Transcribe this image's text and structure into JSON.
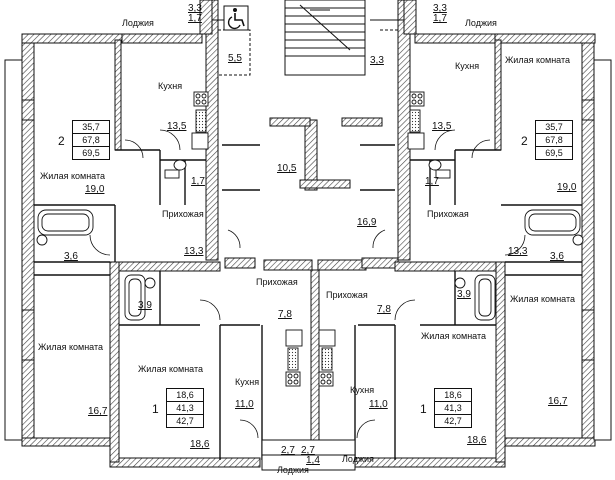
{
  "rooms": {
    "lodzhia_top_left": "Лоджия",
    "lodzhia_top_right": "Лоджия",
    "kitchen_top_left": "Кухня",
    "kitchen_top_right": "Кухня",
    "living_top_left": "Жилая комната",
    "living_top_right": "Жилая комната",
    "hall_top_left": "Прихожая",
    "hall_top_right": "Прихожая",
    "hall_mid_left": "Прихожая",
    "hall_mid_right": "Прихожая",
    "living_bl_outer": "Жилая комната",
    "living_bl_inner": "Жилая комната",
    "living_br_outer": "Жилая комната",
    "living_br_inner": "Жилая комната",
    "kitchen_bot_left": "Кухня",
    "kitchen_bot_right": "Кухня",
    "lodzhia_bot_left": "Лоджия",
    "lodzhia_bot_right": "Лоджия"
  },
  "areas": {
    "lodzhia_tl_a": "3,3",
    "lodzhia_tl_b": "1,7",
    "lodzhia_tr_a": "3,3",
    "lodzhia_tr_b": "1,7",
    "stair_left": "5,5",
    "stair_right": "3,3",
    "kitchen_tl": "13,5",
    "kitchen_tr": "13,5",
    "living_tl": "19,0",
    "living_tr": "19,0",
    "wc_tl": "1,7",
    "wc_tr": "1,7",
    "corridor_left": "10,5",
    "corridor_right": "16,9",
    "bath_tl": "3,6",
    "bath_tr": "3,6",
    "hall_l": "13,3",
    "hall_r": "13,3",
    "bath_bl": "3,9",
    "bath_br": "3,9",
    "hall_bl": "7,8",
    "hall_br": "7,8",
    "living_bl_outer": "16,7",
    "living_br_outer": "16,7",
    "kitchen_bl": "11,0",
    "kitchen_br": "11,0",
    "living_bl_inner": "18,6",
    "living_br_inner": "18,6",
    "lodzhia_bot_a": "2,7",
    "lodzhia_bot_b": "2,7",
    "lodzhia_bot_c": "1,4"
  },
  "apartments": {
    "top_left": {
      "rooms": "2",
      "a": "35,7",
      "b": "67,8",
      "c": "69,5"
    },
    "top_right": {
      "rooms": "2",
      "a": "35,7",
      "b": "67,8",
      "c": "69,5"
    },
    "bottom_left": {
      "rooms": "1",
      "a": "18,6",
      "b": "41,3",
      "c": "42,7"
    },
    "bottom_right": {
      "rooms": "1",
      "a": "18,6",
      "b": "41,3",
      "c": "42,7"
    }
  },
  "icons": [
    "wheelchair-icon"
  ],
  "colors": {
    "wall": "#1a1a1a",
    "hatch": "#555555",
    "line": "#222222"
  }
}
